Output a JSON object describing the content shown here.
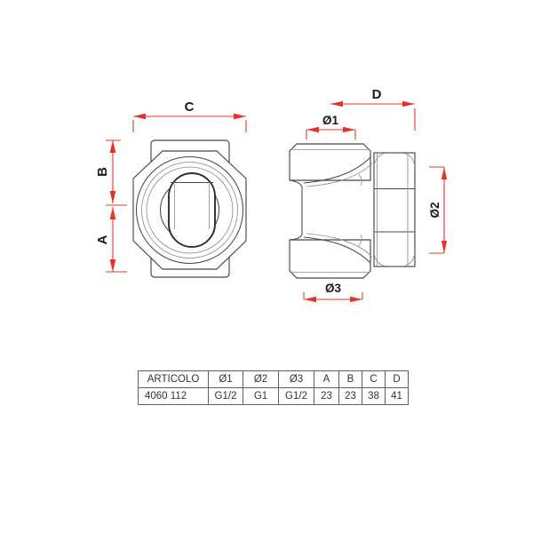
{
  "diagram": {
    "front_view": {
      "width_label": "C",
      "upper_height_label": "B",
      "lower_height_label": "A"
    },
    "side_view": {
      "depth_label": "D",
      "top_port_diameter_label": "Ø1",
      "side_port_diameter_label": "Ø2",
      "bottom_port_diameter_label": "Ø3"
    }
  },
  "table": {
    "headers": [
      "ARTICOLO",
      "Ø1",
      "Ø2",
      "Ø3",
      "A",
      "B",
      "C",
      "D"
    ],
    "row": [
      "4060 112",
      "G1/2",
      "G1",
      "G1/2",
      "23",
      "23",
      "38",
      "41"
    ]
  },
  "colors": {
    "dimension_red": "#e5332a",
    "line_dark": "#474747"
  }
}
